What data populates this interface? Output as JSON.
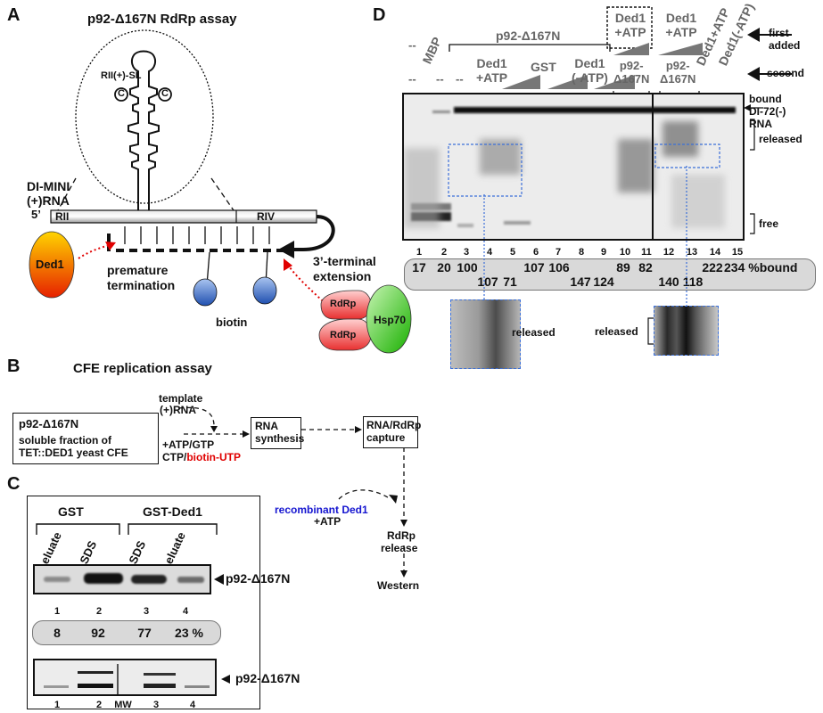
{
  "panelA": {
    "letter": "A",
    "title": "p92-Δ167N  RdRp assay",
    "stemloop": "RII(+)-SL",
    "c1": "C",
    "c2": "C",
    "dimini_line1": "DI-MINI",
    "dimini_line2": "(+)RNA",
    "five_prime": "5’",
    "rii": "RII",
    "riv": "RIV",
    "ded1": "Ded1",
    "premature1": "premature",
    "premature2": "termination",
    "biotin": "biotin",
    "ext1": "3’-terminal",
    "ext2": "extension",
    "rdrp1": "RdRp",
    "rdrp2": "RdRp",
    "hsp70": "Hsp70"
  },
  "panelB": {
    "letter": "B",
    "title": "CFE replication assay",
    "template1": "template",
    "template2": "(+)RNA",
    "box1_line1": "p92-Δ167N",
    "box1_line2": "soluble fraction of",
    "box1_line3": "TET::DED1 yeast CFE",
    "ntp1": "+ATP/GTP",
    "ntp2": "CTP/",
    "ntp_red": "biotin-UTP",
    "synth1": "RNA",
    "synth2": "synthesis",
    "capture1": "RNA/RdRp",
    "capture2": "capture",
    "recomb": "recombinant Ded1",
    "atp": "+ATP",
    "release1": "RdRp",
    "release2": "release",
    "western": "Western"
  },
  "panelC": {
    "letter": "C",
    "gst": "GST",
    "gstded1": "GST-Ded1",
    "lanes": [
      "eluate",
      "SDS",
      "SDS",
      "eluate"
    ],
    "band_label": "p92-Δ167N",
    "lane_nums": [
      "1",
      "2",
      "3",
      "4"
    ],
    "percents": [
      "8",
      "92",
      "77",
      "23 %"
    ],
    "band_label2": "p92-Δ167N",
    "lane_nums2": [
      "1",
      "2",
      "MW",
      "3",
      "4"
    ]
  },
  "panelD": {
    "letter": "D",
    "dash1": "--",
    "mbp": "MBP",
    "p92": "p92-Δ167N",
    "ded1atp_box": [
      "Ded1",
      "+ATP"
    ],
    "ded1atp_2": [
      "Ded1",
      "+ATP"
    ],
    "ded1atp_rot": "Ded1+ATP",
    "ded1minus_rot": "Ded1(-ATP)",
    "first_added": [
      "first",
      "added"
    ],
    "second_dashes": [
      "--",
      "--",
      "--"
    ],
    "ded1_atp_second": [
      "Ded1",
      "+ATP"
    ],
    "gst": "GST",
    "ded1_minus": [
      "Ded1",
      "(-ATP)"
    ],
    "p92_second_a": [
      "p92-",
      "Δ167N"
    ],
    "p92_second_b": [
      "p92-",
      "Δ167N"
    ],
    "second": "second",
    "bound": [
      "bound",
      "DI-72(-)",
      "RNA"
    ],
    "released": "released",
    "free": "free",
    "lane_nums": [
      "1",
      "2",
      "3",
      "4",
      "5",
      "6",
      "7",
      "8",
      "9",
      "10",
      "11",
      "12",
      "13",
      "14",
      "15"
    ],
    "pct_top": [
      "17",
      "20",
      "100",
      "107",
      "106",
      "89",
      "82",
      "222",
      "234 %bound"
    ],
    "pct_bottom": [
      "107",
      "71",
      "147",
      "124",
      "140",
      "118"
    ],
    "released_zoom_left": "released",
    "released_zoom_right": "released"
  }
}
